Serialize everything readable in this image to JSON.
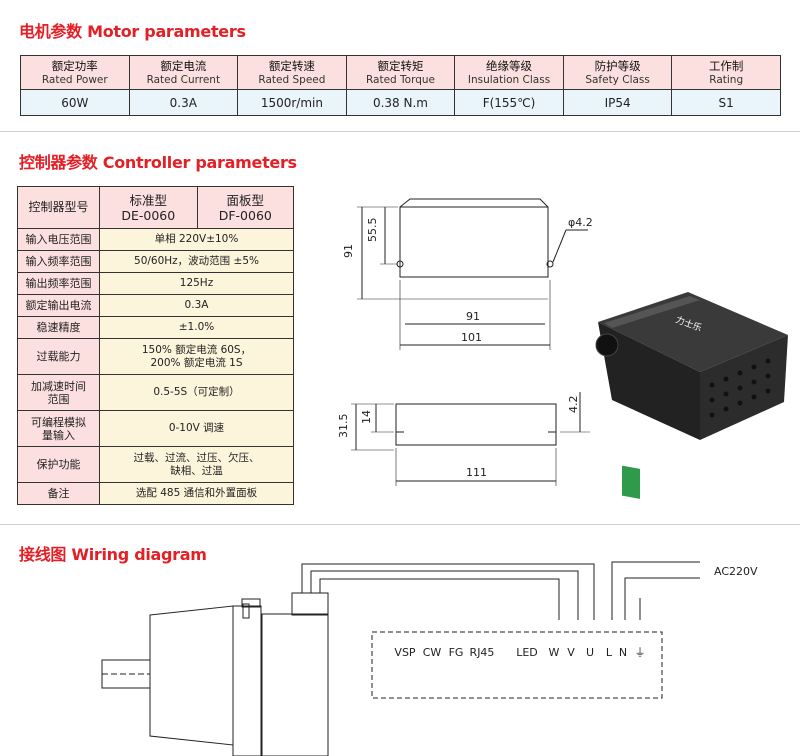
{
  "motor": {
    "title": "电机参数 Motor parameters",
    "headers": [
      {
        "zh": "额定功率",
        "en": "Rated Power"
      },
      {
        "zh": "额定电流",
        "en": "Rated Current"
      },
      {
        "zh": "额定转速",
        "en": "Rated Speed"
      },
      {
        "zh": "额定转矩",
        "en": "Rated Torque"
      },
      {
        "zh": "绝缘等级",
        "en": "Insulation Class"
      },
      {
        "zh": "防护等级",
        "en": "Safety Class"
      },
      {
        "zh": "工作制",
        "en": "Rating"
      }
    ],
    "values": [
      "60W",
      "0.3A",
      "1500r/min",
      "0.38 N.m",
      "F(155℃)",
      "IP54",
      "S1"
    ]
  },
  "controller": {
    "title": "控制器参数 Controller parameters",
    "header": {
      "label": "控制器型号",
      "models": [
        {
          "line1": "标准型",
          "line2": "DE-0060"
        },
        {
          "line1": "面板型",
          "line2": "DF-0060"
        }
      ]
    },
    "rows": [
      {
        "label": "输入电压范围",
        "value": "单相 220V±10%"
      },
      {
        "label": "输入频率范围",
        "value": "50/60Hz，波动范围 ±5%"
      },
      {
        "label": "输出频率范围",
        "value": "125Hz"
      },
      {
        "label": "额定输出电流",
        "value": "0.3A"
      },
      {
        "label": "稳速精度",
        "value": "±1.0%"
      },
      {
        "label": "过载能力",
        "value": "150% 额定电流 60S，\n200% 额定电流 1S"
      },
      {
        "label": "加减速时间\n范围",
        "value": "0.5-5S（可定制）"
      },
      {
        "label": "可编程模拟\n量输入",
        "value": "0-10V 调速"
      },
      {
        "label": "保护功能",
        "value": "过载、过流、过压、欠压、\n缺相、过温"
      },
      {
        "label": "备注",
        "value": "选配 485 通信和外置面板"
      }
    ]
  },
  "dimensions": {
    "front": {
      "height_total": "91",
      "height_hole": "55.5",
      "hole_dia": "φ4.2",
      "width_inner": "91",
      "width_total": "101"
    },
    "side": {
      "height_total": "31.5",
      "height_hole": "14",
      "hole_dia": "4.2",
      "width_total": "111"
    }
  },
  "wiring": {
    "title": "接线图 Wiring diagram",
    "supply": "AC220V",
    "terminals": [
      "VSP",
      "CW",
      "FG",
      "RJ45",
      "LED",
      "W",
      "V",
      "U",
      "L",
      "N",
      "⏚"
    ]
  },
  "colors": {
    "accent": "#e41f26",
    "header_bg": "#fce0df",
    "value_bg": "#eaf4fb",
    "ctrl_value_bg": "#fdf4dc"
  }
}
